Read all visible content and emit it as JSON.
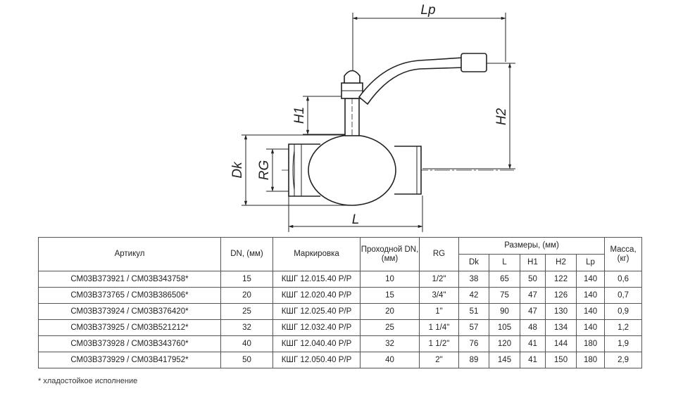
{
  "drawing": {
    "dimensions": {
      "lp": "Lp",
      "h1": "H1",
      "h2": "H2",
      "dk": "Dk",
      "rg": "RG",
      "l": "L"
    }
  },
  "table": {
    "headers": {
      "article": "Артикул",
      "dn": "DN, (мм)",
      "marking": "Маркировка",
      "bore": "Проходной DN, (мм)",
      "rg": "RG",
      "sizes": "Размеры, (мм)",
      "mass": "Масса, (кг)",
      "dk": "Dk",
      "l": "L",
      "h1": "H1",
      "h2": "H2",
      "lp": "Lp"
    },
    "rows": [
      {
        "article": "СМ03В373921 / СМ03В343758*",
        "dn": "15",
        "marking": "КШГ 12.015.40 Р/Р",
        "bore": "10",
        "rg": "1/2\"",
        "dk": "38",
        "l": "65",
        "h1": "50",
        "h2": "122",
        "lp": "140",
        "mass": "0,6"
      },
      {
        "article": "СМ03В373765 / СМ03В386506*",
        "dn": "20",
        "marking": "КШГ 12.020.40 Р/Р",
        "bore": "15",
        "rg": "3/4\"",
        "dk": "42",
        "l": "75",
        "h1": "47",
        "h2": "126",
        "lp": "140",
        "mass": "0,7"
      },
      {
        "article": "СМ03В373924 / СМ03В376420*",
        "dn": "25",
        "marking": "КШГ 12.025.40 Р/Р",
        "bore": "20",
        "rg": "1\"",
        "dk": "51",
        "l": "90",
        "h1": "47",
        "h2": "130",
        "lp": "140",
        "mass": "0,9"
      },
      {
        "article": "СМ03В373925 / СМ03В521212*",
        "dn": "32",
        "marking": "КШГ 12.032.40 Р/Р",
        "bore": "25",
        "rg": "1 1/4\"",
        "dk": "57",
        "l": "105",
        "h1": "48",
        "h2": "134",
        "lp": "140",
        "mass": "1,2"
      },
      {
        "article": "СМ03В373928 / СМ03В343760*",
        "dn": "40",
        "marking": "КШГ 12.040.40 Р/Р",
        "bore": "32",
        "rg": "1 1/2\"",
        "dk": "76",
        "l": "120",
        "h1": "41",
        "h2": "144",
        "lp": "180",
        "mass": "1,9"
      },
      {
        "article": "СМ03В373929 / СМ03В417952*",
        "dn": "50",
        "marking": "КШГ 12.050.40 Р/Р",
        "bore": "40",
        "rg": "2\"",
        "dk": "89",
        "l": "145",
        "h1": "41",
        "h2": "150",
        "lp": "180",
        "mass": "2,9"
      }
    ]
  },
  "footnote": "* хладостойкое исполнение"
}
